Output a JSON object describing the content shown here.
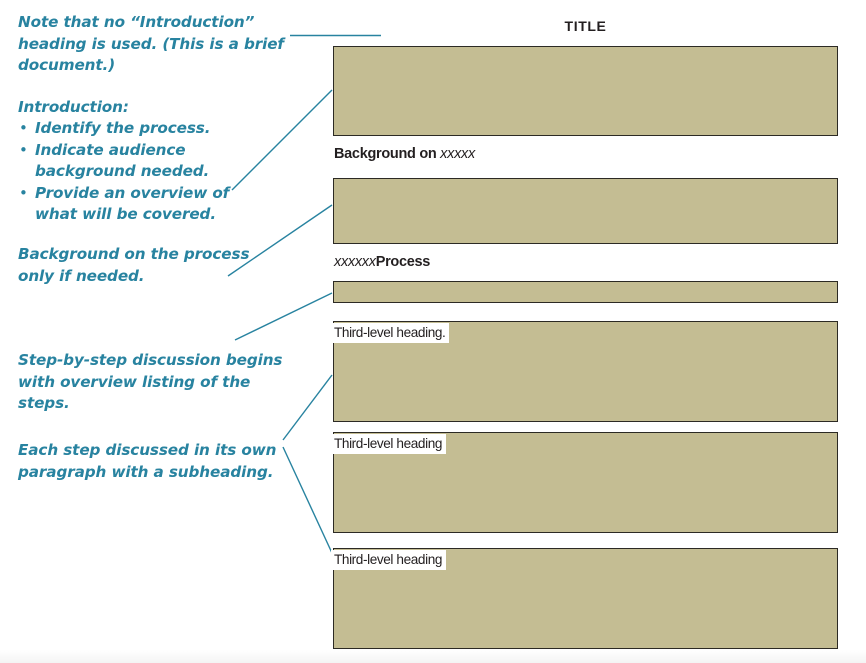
{
  "page": {
    "title": "Process Document Template — annotated",
    "accent_color": "#2883a0",
    "body_box_fill": "#c4bd93",
    "body_box_border": "#2c2a24",
    "text_color": "#231f20"
  },
  "annotations": [
    {
      "id": "no-introduction-heading",
      "text": "Note that no “Introduction”\nheading is used. (This is a brief\ndocument.)"
    },
    {
      "id": "introduction-label",
      "text": "Introduction:"
    },
    {
      "id": "introduction-bullets",
      "bullet_glyph": "•",
      "items": [
        "Identify the process.",
        "Indicate audience\nbackground needed.",
        "Provide an overview of\nwhat will be covered."
      ]
    },
    {
      "id": "background-note",
      "text": "Background on the process\nonly if needed."
    },
    {
      "id": "step-by-step-note",
      "text": "Step-by-step discussion begins\nwith overview listing of the\nsteps."
    },
    {
      "id": "each-step-note",
      "text": "Each step discussed in its own\nparagraph with a subheading."
    }
  ],
  "document": {
    "title": "TITLE",
    "sections": [
      {
        "id": "title-body",
        "heading": null,
        "body_placeholder": ""
      },
      {
        "id": "background-section",
        "heading_parts": [
          {
            "text": "Background on ",
            "style": "bold"
          },
          {
            "text": "xxxxx",
            "style": "italic"
          }
        ],
        "heading_plain": "Background on xxxxx"
      },
      {
        "id": "process-section",
        "heading_parts": [
          {
            "text": "xxxxxx",
            "style": "italic"
          },
          {
            "text": "Process",
            "style": "bold"
          }
        ],
        "heading_plain": "xxxxxx Process"
      },
      {
        "id": "third-level-1",
        "heading_plain": "Third-level heading."
      },
      {
        "id": "third-level-2",
        "heading_plain": "Third-level heading"
      },
      {
        "id": "third-level-3",
        "heading_plain": "Third-level heading"
      }
    ]
  }
}
